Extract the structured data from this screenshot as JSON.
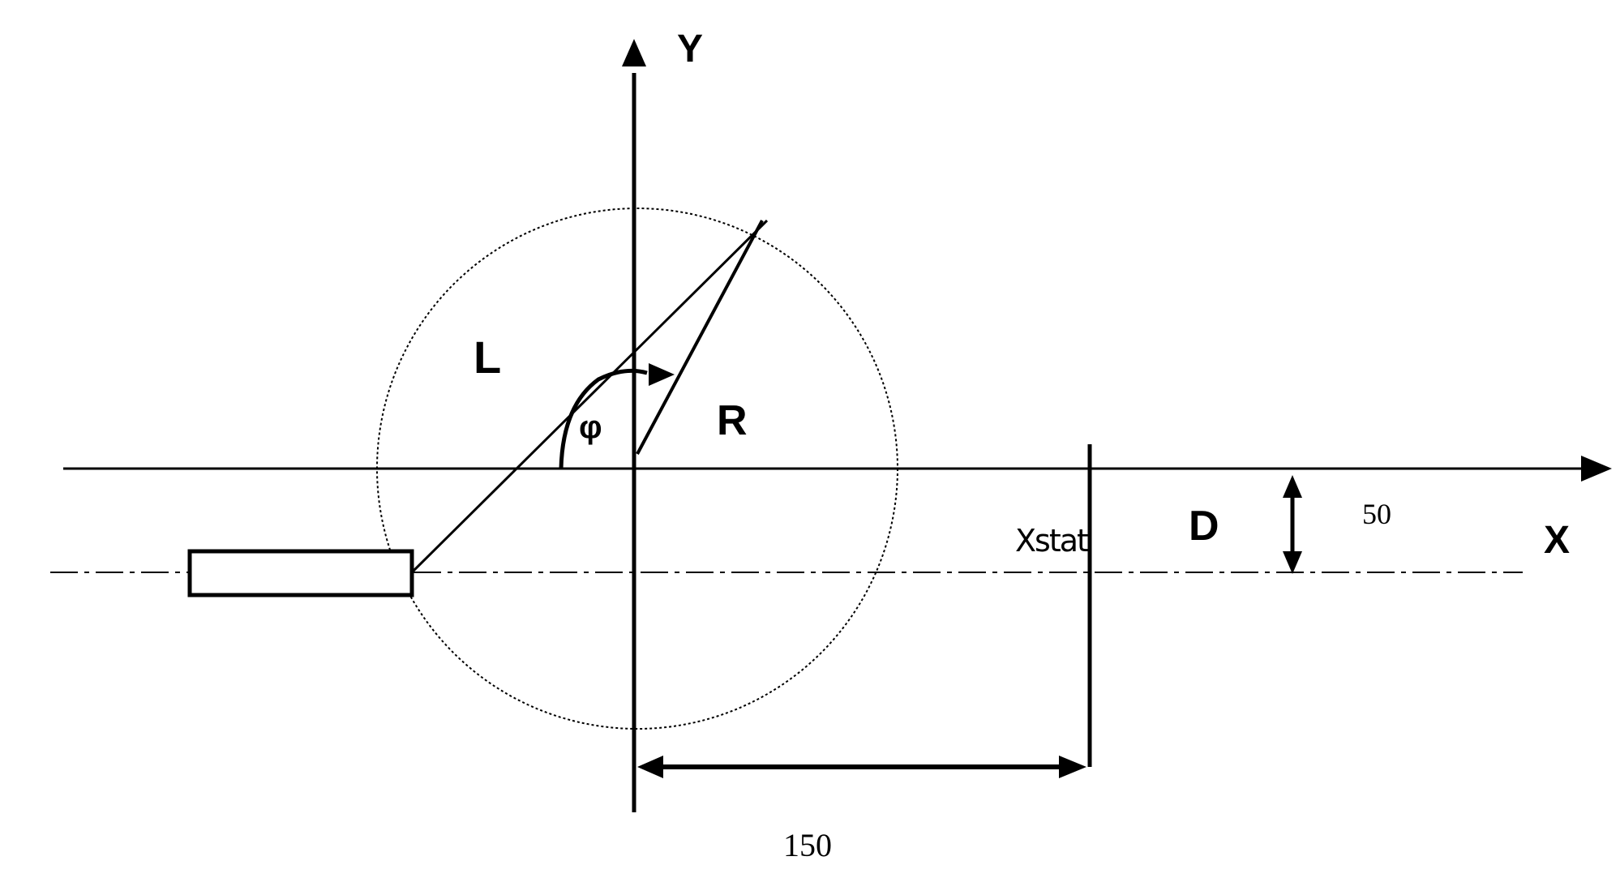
{
  "labels": {
    "y_axis": "Y",
    "x_axis": "X",
    "link_l": "L",
    "link_r": "R",
    "angle": "φ",
    "offset": "D",
    "stroke_start": "Xstat",
    "offset_value": "50",
    "stroke_value": "150"
  },
  "colors": {
    "ink": "#000000",
    "background": "#ffffff"
  }
}
